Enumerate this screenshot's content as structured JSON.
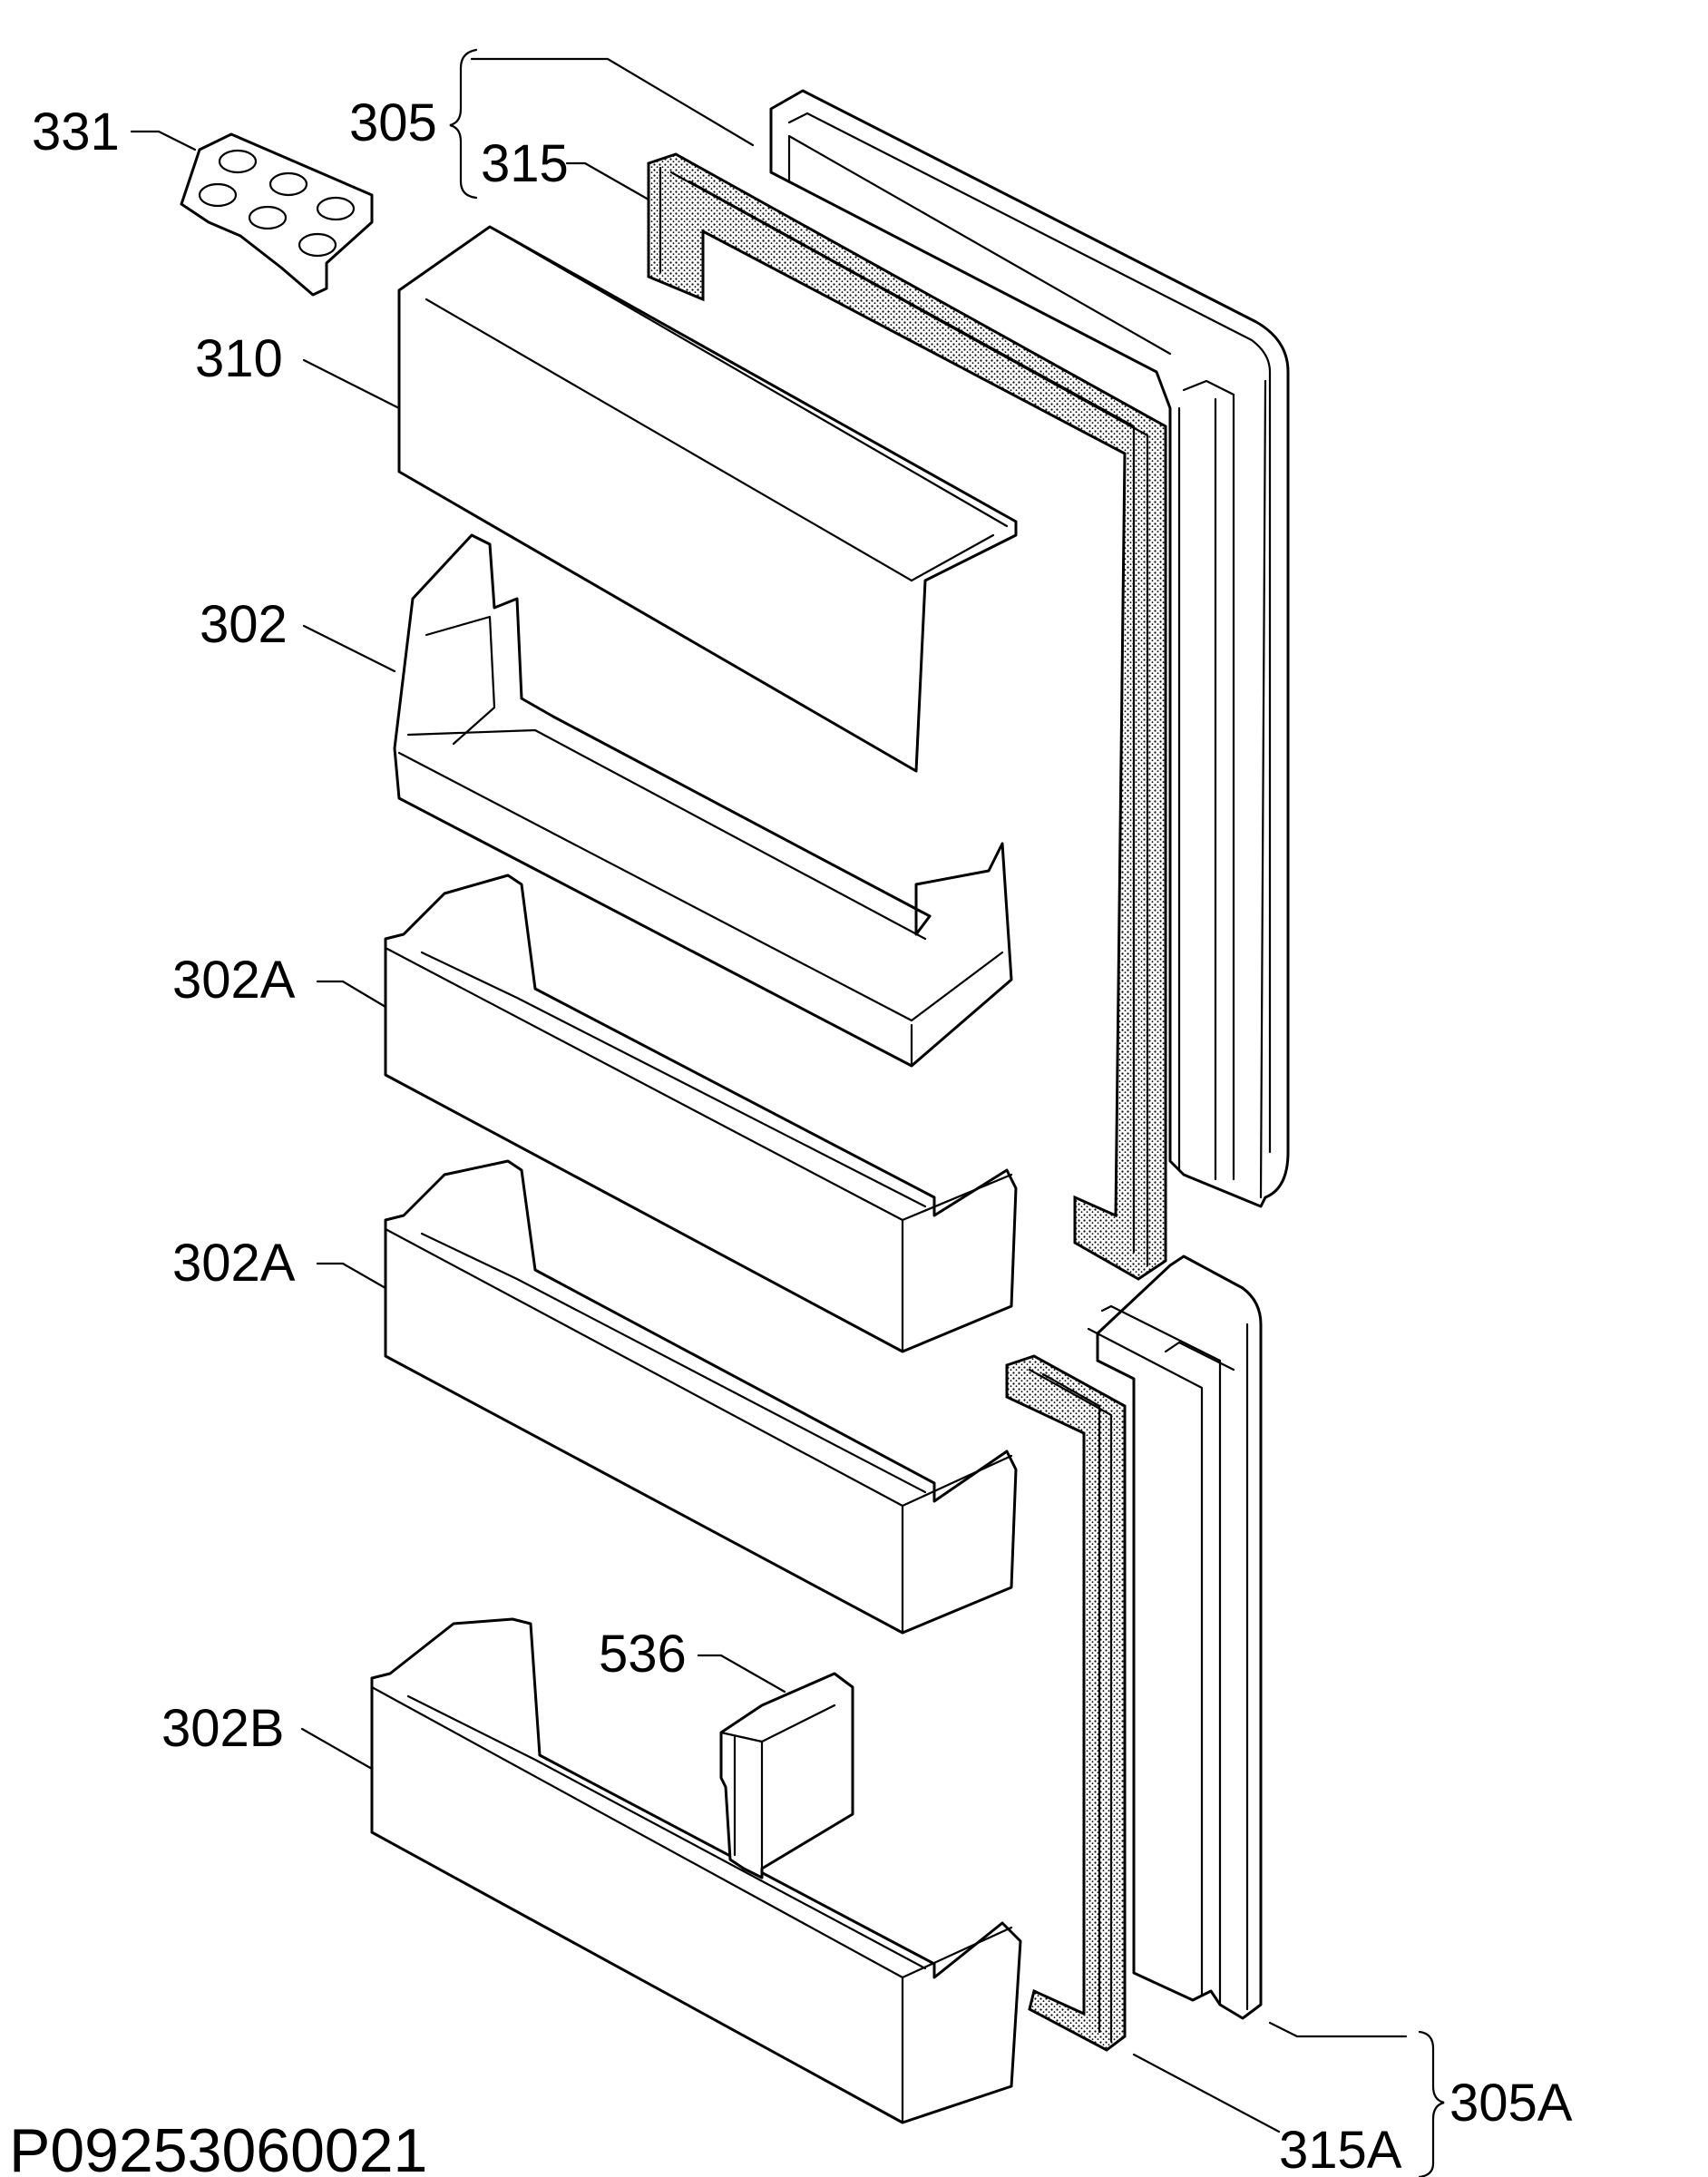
{
  "diagram": {
    "labels": {
      "p331": "331",
      "p305": "305",
      "p315": "315",
      "p310": "310",
      "p302": "302",
      "p302a_1": "302A",
      "p302a_2": "302A",
      "p536": "536",
      "p302b": "302B",
      "p305a": "305A",
      "p315a": "315A"
    },
    "drawing_code": "P09253060021",
    "colors": {
      "line": "#000000",
      "background": "#ffffff"
    }
  }
}
